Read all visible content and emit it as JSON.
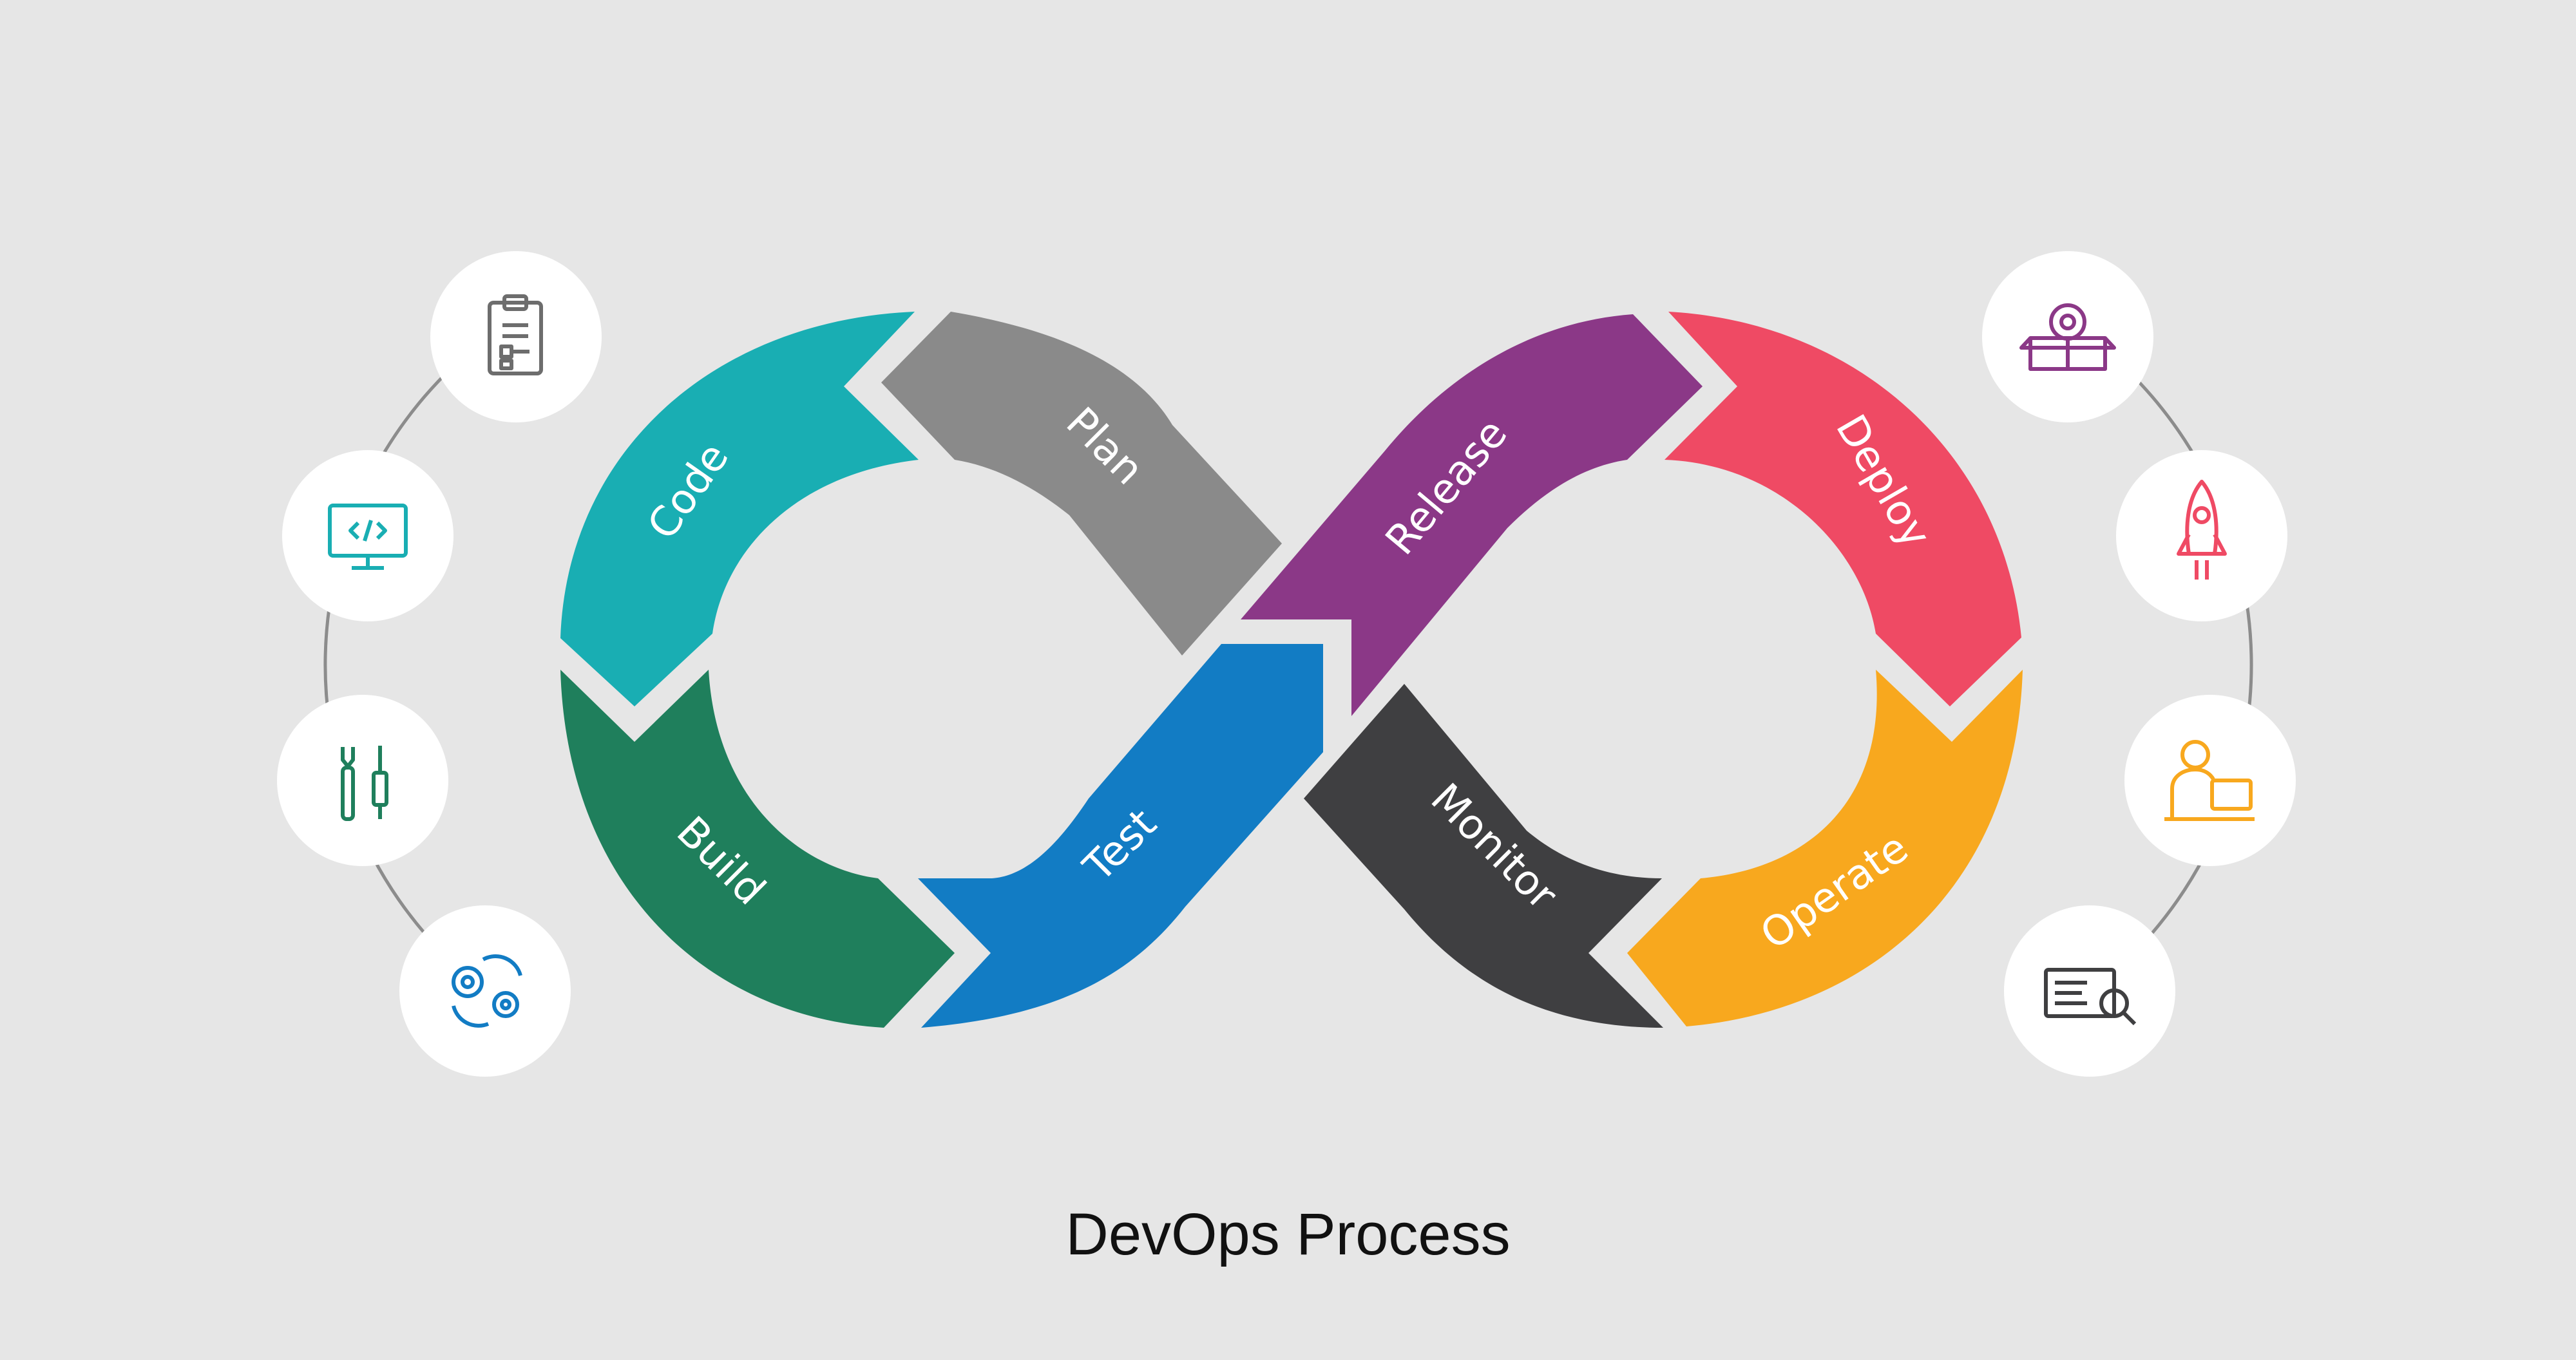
{
  "title": "DevOps Process",
  "stages": {
    "plan": {
      "label": "Plan",
      "color": "#8a8a8a"
    },
    "code": {
      "label": "Code",
      "color": "#19aeb3"
    },
    "build": {
      "label": "Build",
      "color": "#1f7f5c"
    },
    "test": {
      "label": "Test",
      "color": "#127cc4"
    },
    "release": {
      "label": "Release",
      "color": "#8b3887"
    },
    "deploy": {
      "label": "Deploy",
      "color": "#ef4a64"
    },
    "operate": {
      "label": "Operate",
      "color": "#f8a81e"
    },
    "monitor": {
      "label": "Monitor",
      "color": "#3f3f41"
    }
  },
  "icons_left": [
    {
      "name": "clipboard-plan-icon",
      "color": "#6d6d6d"
    },
    {
      "name": "monitor-code-icon",
      "color": "#19aeb3"
    },
    {
      "name": "tools-icon",
      "color": "#1f7f5c"
    },
    {
      "name": "gears-cycle-icon",
      "color": "#127cc4"
    }
  ],
  "icons_right": [
    {
      "name": "box-gear-icon",
      "color": "#8b3887"
    },
    {
      "name": "rocket-icon",
      "color": "#ef4a64"
    },
    {
      "name": "person-laptop-icon",
      "color": "#f8a81e"
    },
    {
      "name": "screen-search-icon",
      "color": "#3f3f41"
    }
  ]
}
